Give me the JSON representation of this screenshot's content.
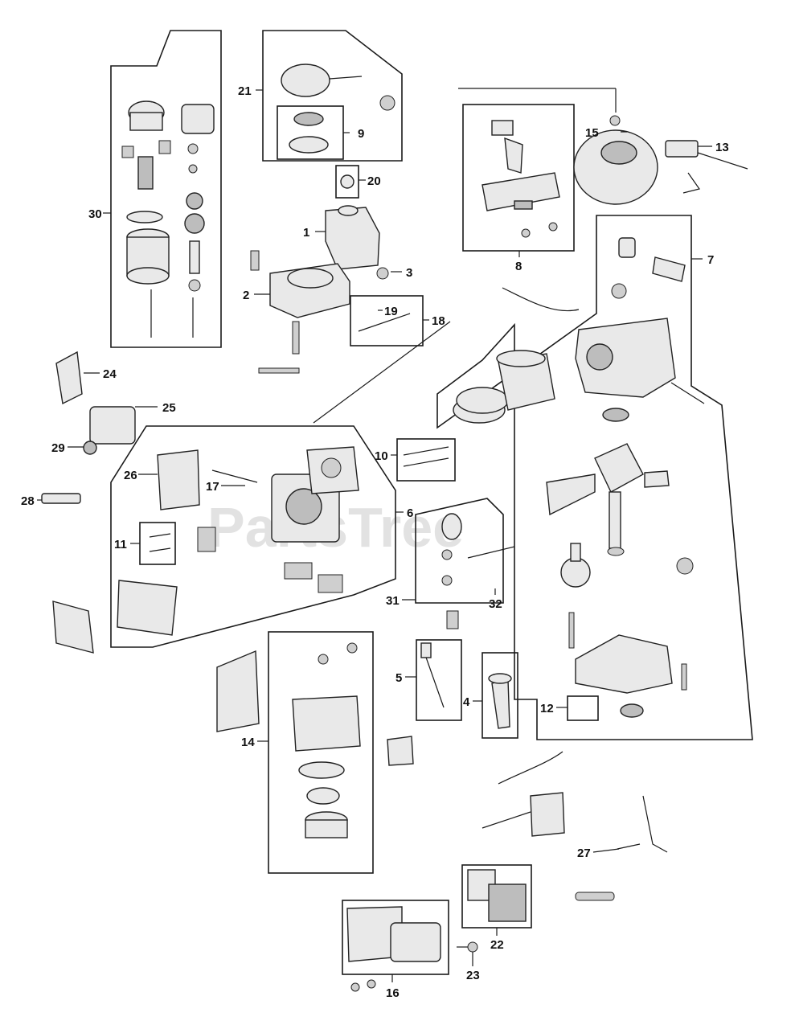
{
  "watermark": "PartsTree",
  "callouts": {
    "c1": "1",
    "c2": "2",
    "c3": "3",
    "c4": "4",
    "c5": "5",
    "c6": "6",
    "c7": "7",
    "c8": "8",
    "c9": "9",
    "c10": "10",
    "c11": "11",
    "c12": "12",
    "c13": "13",
    "c14": "14",
    "c15": "15",
    "c16": "16",
    "c17": "17",
    "c18": "18",
    "c19": "19",
    "c20": "20",
    "c21": "21",
    "c22": "22",
    "c23": "23",
    "c24": "24",
    "c25": "25",
    "c26": "26",
    "c27": "27",
    "c28": "28",
    "c29": "29",
    "c30": "30",
    "c31": "31",
    "c32": "32"
  }
}
